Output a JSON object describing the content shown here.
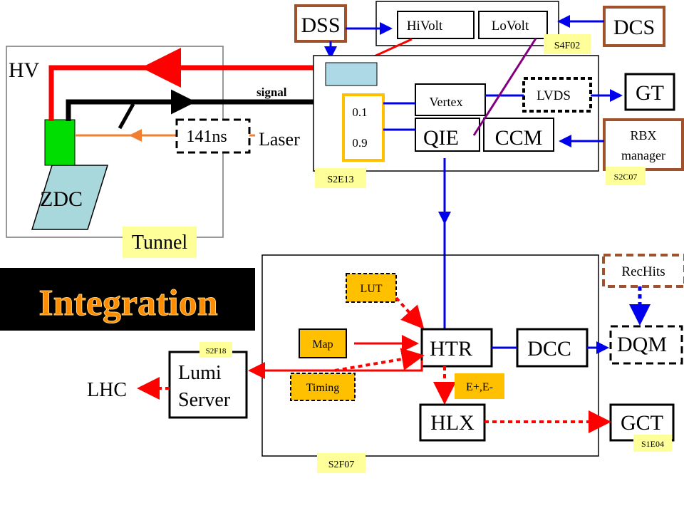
{
  "labels": {
    "hv": "HV",
    "zdc": "ZDC",
    "tunnel": "Tunnel",
    "signal": "signal",
    "delay": "141ns",
    "laser": "Laser",
    "dss": "DSS",
    "hivolt": "HiVolt",
    "lovolt": "LoVolt",
    "dcs": "DCS",
    "rack_s4f02": "S4F02",
    "vertex": "Vertex",
    "lvds": "LVDS",
    "gt": "GT",
    "split_high": "0.1",
    "split_low": "0.9",
    "qie": "QIE",
    "ccm": "CCM",
    "rbx_line1": "RBX",
    "rbx_line2": "manager",
    "rack_s2e13": "S2E13",
    "rack_s2c07": "S2C07",
    "title": "Integration",
    "rechits": "RecHits",
    "lut": "LUT",
    "dqm": "DQM",
    "map": "Map",
    "htr": "HTR",
    "dcc": "DCC",
    "rack_s2f18": "S2F18",
    "lumi_line1": "Lumi",
    "lumi_line2": "Server",
    "lhc": "LHC",
    "timing": "Timing",
    "eplus_eminus": "E+,E-",
    "hlx": "HLX",
    "gct": "GCT",
    "rack_s1e04": "S1E04",
    "rack_s2f07": "S2F07"
  },
  "colors": {
    "hv_line": "#ff0000",
    "signal_line": "#000000",
    "laser_line": "#f08030",
    "control_arrow": "#0000ee",
    "dcs_link": "#800080",
    "box_brown": "#a0522d",
    "light_blue": "#add8e6",
    "zdc_fill": "#a8d8dc",
    "pmt_green": "#00dd00",
    "tag_yellow": "#ffff99",
    "orange_box": "#ffc000",
    "title_bg": "#000000",
    "title_text": "#ff8c00"
  }
}
